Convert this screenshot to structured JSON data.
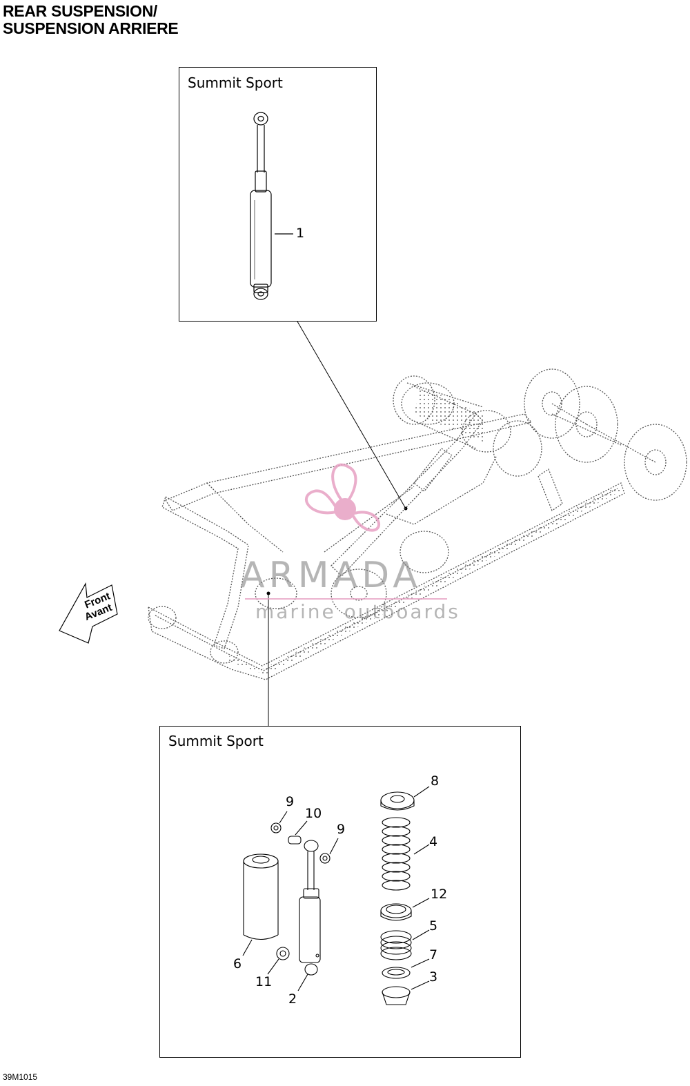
{
  "header": {
    "title_line1": "REAR SUSPENSION/",
    "title_line2": "SUSPENSION ARRIERE"
  },
  "top_box": {
    "label": "Summit Sport",
    "callouts": [
      "1"
    ]
  },
  "bottom_box": {
    "label": "Summit Sport",
    "callouts": [
      "8",
      "9",
      "10",
      "9",
      "4",
      "12",
      "5",
      "7",
      "3",
      "6",
      "11",
      "2"
    ]
  },
  "direction_arrow": {
    "line1": "Front",
    "line2": "Avant"
  },
  "watermark": {
    "brand": "ARMADA",
    "tagline": "marine outboards",
    "logo_icon": "propeller-icon",
    "logo_color": "#e7a0c3"
  },
  "figure_code": "39M1015"
}
